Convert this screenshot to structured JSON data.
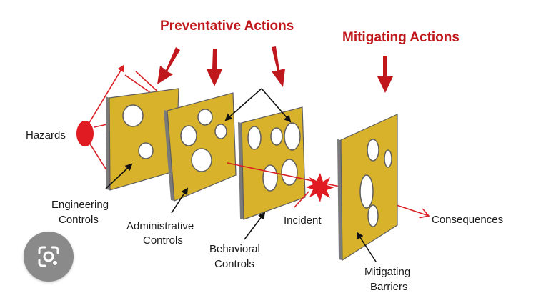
{
  "headers": {
    "preventative": "Preventative Actions",
    "mitigating": "Mitigating Actions"
  },
  "labels": {
    "hazards": "Hazards",
    "engineering_1": "Engineering",
    "engineering_2": "Controls",
    "administrative_1": "Administrative",
    "administrative_2": "Controls",
    "behavioral_1": "Behavioral",
    "behavioral_2": "Controls",
    "incident": "Incident",
    "consequences": "Consequences",
    "mitigating_1": "Mitigating",
    "mitigating_2": "Barriers"
  },
  "colors": {
    "accent_red": "#c0171d",
    "barrier_fill": "#d8b22a",
    "barrier_edge": "#5e5e5e",
    "hole_fill": "#ffffff"
  },
  "icons": {
    "overlay_button": "google-lens-icon"
  }
}
